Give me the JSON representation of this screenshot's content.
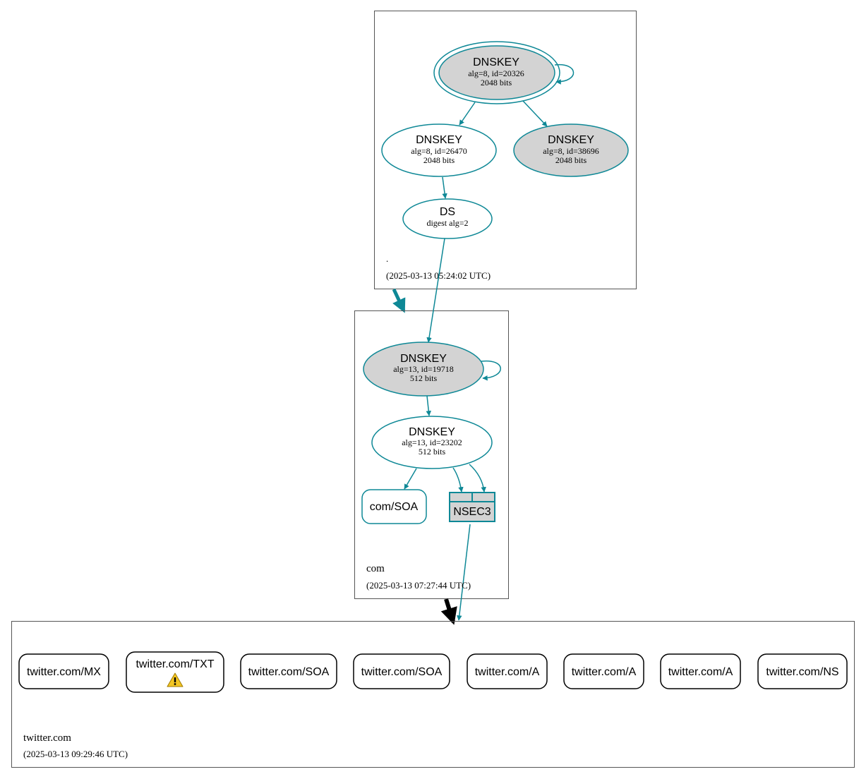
{
  "colors": {
    "teal": "#0e8896",
    "gray_fill": "#d3d3d3",
    "black": "#000000",
    "warning_yellow": "#f3c623"
  },
  "zones": {
    "root": {
      "name": ".",
      "timestamp": "(2025-03-13 05:24:02 UTC)",
      "nodes": {
        "ksk": {
          "title": "DNSKEY",
          "line1": "alg=8, id=20326",
          "line2": "2048 bits"
        },
        "zsk": {
          "title": "DNSKEY",
          "line1": "alg=8, id=26470",
          "line2": "2048 bits"
        },
        "key3": {
          "title": "DNSKEY",
          "line1": "alg=8, id=38696",
          "line2": "2048 bits"
        },
        "ds": {
          "title": "DS",
          "line1": "digest alg=2"
        }
      }
    },
    "com": {
      "name": "com",
      "timestamp": "(2025-03-13 07:27:44 UTC)",
      "nodes": {
        "ksk": {
          "title": "DNSKEY",
          "line1": "alg=13, id=19718",
          "line2": "512 bits"
        },
        "zsk": {
          "title": "DNSKEY",
          "line1": "alg=13, id=23202",
          "line2": "512 bits"
        },
        "soa": {
          "label": "com/SOA"
        },
        "nsec3": {
          "label": "NSEC3"
        }
      }
    },
    "twitter": {
      "name": "twitter.com",
      "timestamp": "(2025-03-13 09:29:46 UTC)",
      "records": [
        {
          "label": "twitter.com/MX"
        },
        {
          "label": "twitter.com/TXT",
          "icon": "warning-icon"
        },
        {
          "label": "twitter.com/SOA"
        },
        {
          "label": "twitter.com/SOA"
        },
        {
          "label": "twitter.com/A"
        },
        {
          "label": "twitter.com/A"
        },
        {
          "label": "twitter.com/A"
        },
        {
          "label": "twitter.com/NS"
        }
      ]
    }
  }
}
